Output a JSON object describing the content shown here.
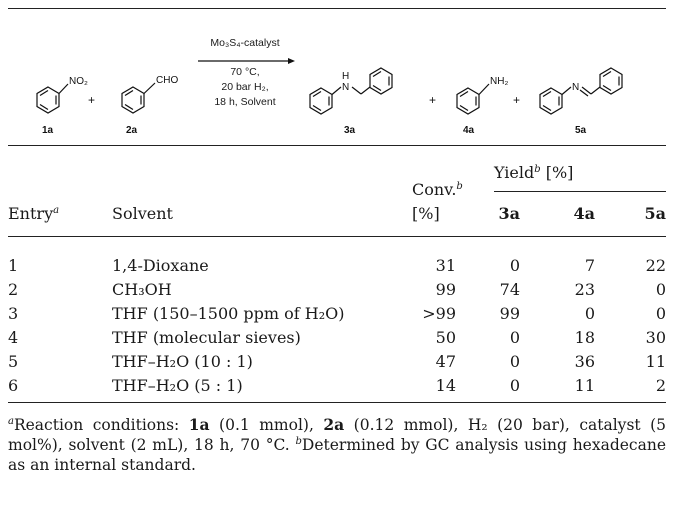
{
  "scheme": {
    "substituent_no2": "NO₂",
    "substituent_cho": "CHO",
    "label_1a": "1a",
    "label_2a": "2a",
    "label_3a": "3a",
    "label_4a": "4a",
    "label_5a": "5a",
    "plus": "+",
    "amine_h": "H",
    "amine_n": "N",
    "nh2": "NH₂",
    "imine_n": "N",
    "condition_catalyst": "Mo₃S₄-catalyst",
    "condition_temp": "70 °C,",
    "condition_pressure": "20 bar H₂,",
    "condition_time": "18 h, Solvent"
  },
  "table": {
    "header": {
      "entry": "Entry",
      "entry_note": "a",
      "solvent": "Solvent",
      "conv_line1": "Conv.",
      "conv_note": "b",
      "conv_line2": "[%]",
      "yield": "Yield",
      "yield_note": "b",
      "yield_unit": " [%]",
      "col_3a": "3a",
      "col_4a": "4a",
      "col_5a": "5a"
    },
    "rows": [
      {
        "entry": "1",
        "solvent": "1,4-Dioxane",
        "conv": "31",
        "y3a": "0",
        "y4a": "7",
        "y5a": "22"
      },
      {
        "entry": "2",
        "solvent": "CH₃OH",
        "conv": "99",
        "y3a": "74",
        "y4a": "23",
        "y5a": "0"
      },
      {
        "entry": "3",
        "solvent": "THF (150–1500 ppm of H₂O)",
        "conv": ">99",
        "y3a": "99",
        "y4a": "0",
        "y5a": "0"
      },
      {
        "entry": "4",
        "solvent": "THF (molecular sieves)",
        "conv": "50",
        "y3a": "0",
        "y4a": "18",
        "y5a": "30"
      },
      {
        "entry": "5",
        "solvent": "THF–H₂O (10 : 1)",
        "conv": "47",
        "y3a": "0",
        "y4a": "36",
        "y5a": "11"
      },
      {
        "entry": "6",
        "solvent": "THF–H₂O (5 : 1)",
        "conv": "14",
        "y3a": "0",
        "y4a": "11",
        "y5a": "2"
      }
    ]
  },
  "footnote": {
    "mark_a": "a",
    "a_lead": "Reaction conditions: ",
    "a_1a": "1a",
    "a_1a_amt": " (0.1 mmol), ",
    "a_2a": "2a",
    "a_rest": " (0.12 mmol), H₂ (20 bar), catalyst (5 mol%), solvent (2 mL), 18 h, 70 °C. ",
    "mark_b": "b",
    "b_text": "Determined by GC analysis using hexadecane as an internal standard."
  }
}
